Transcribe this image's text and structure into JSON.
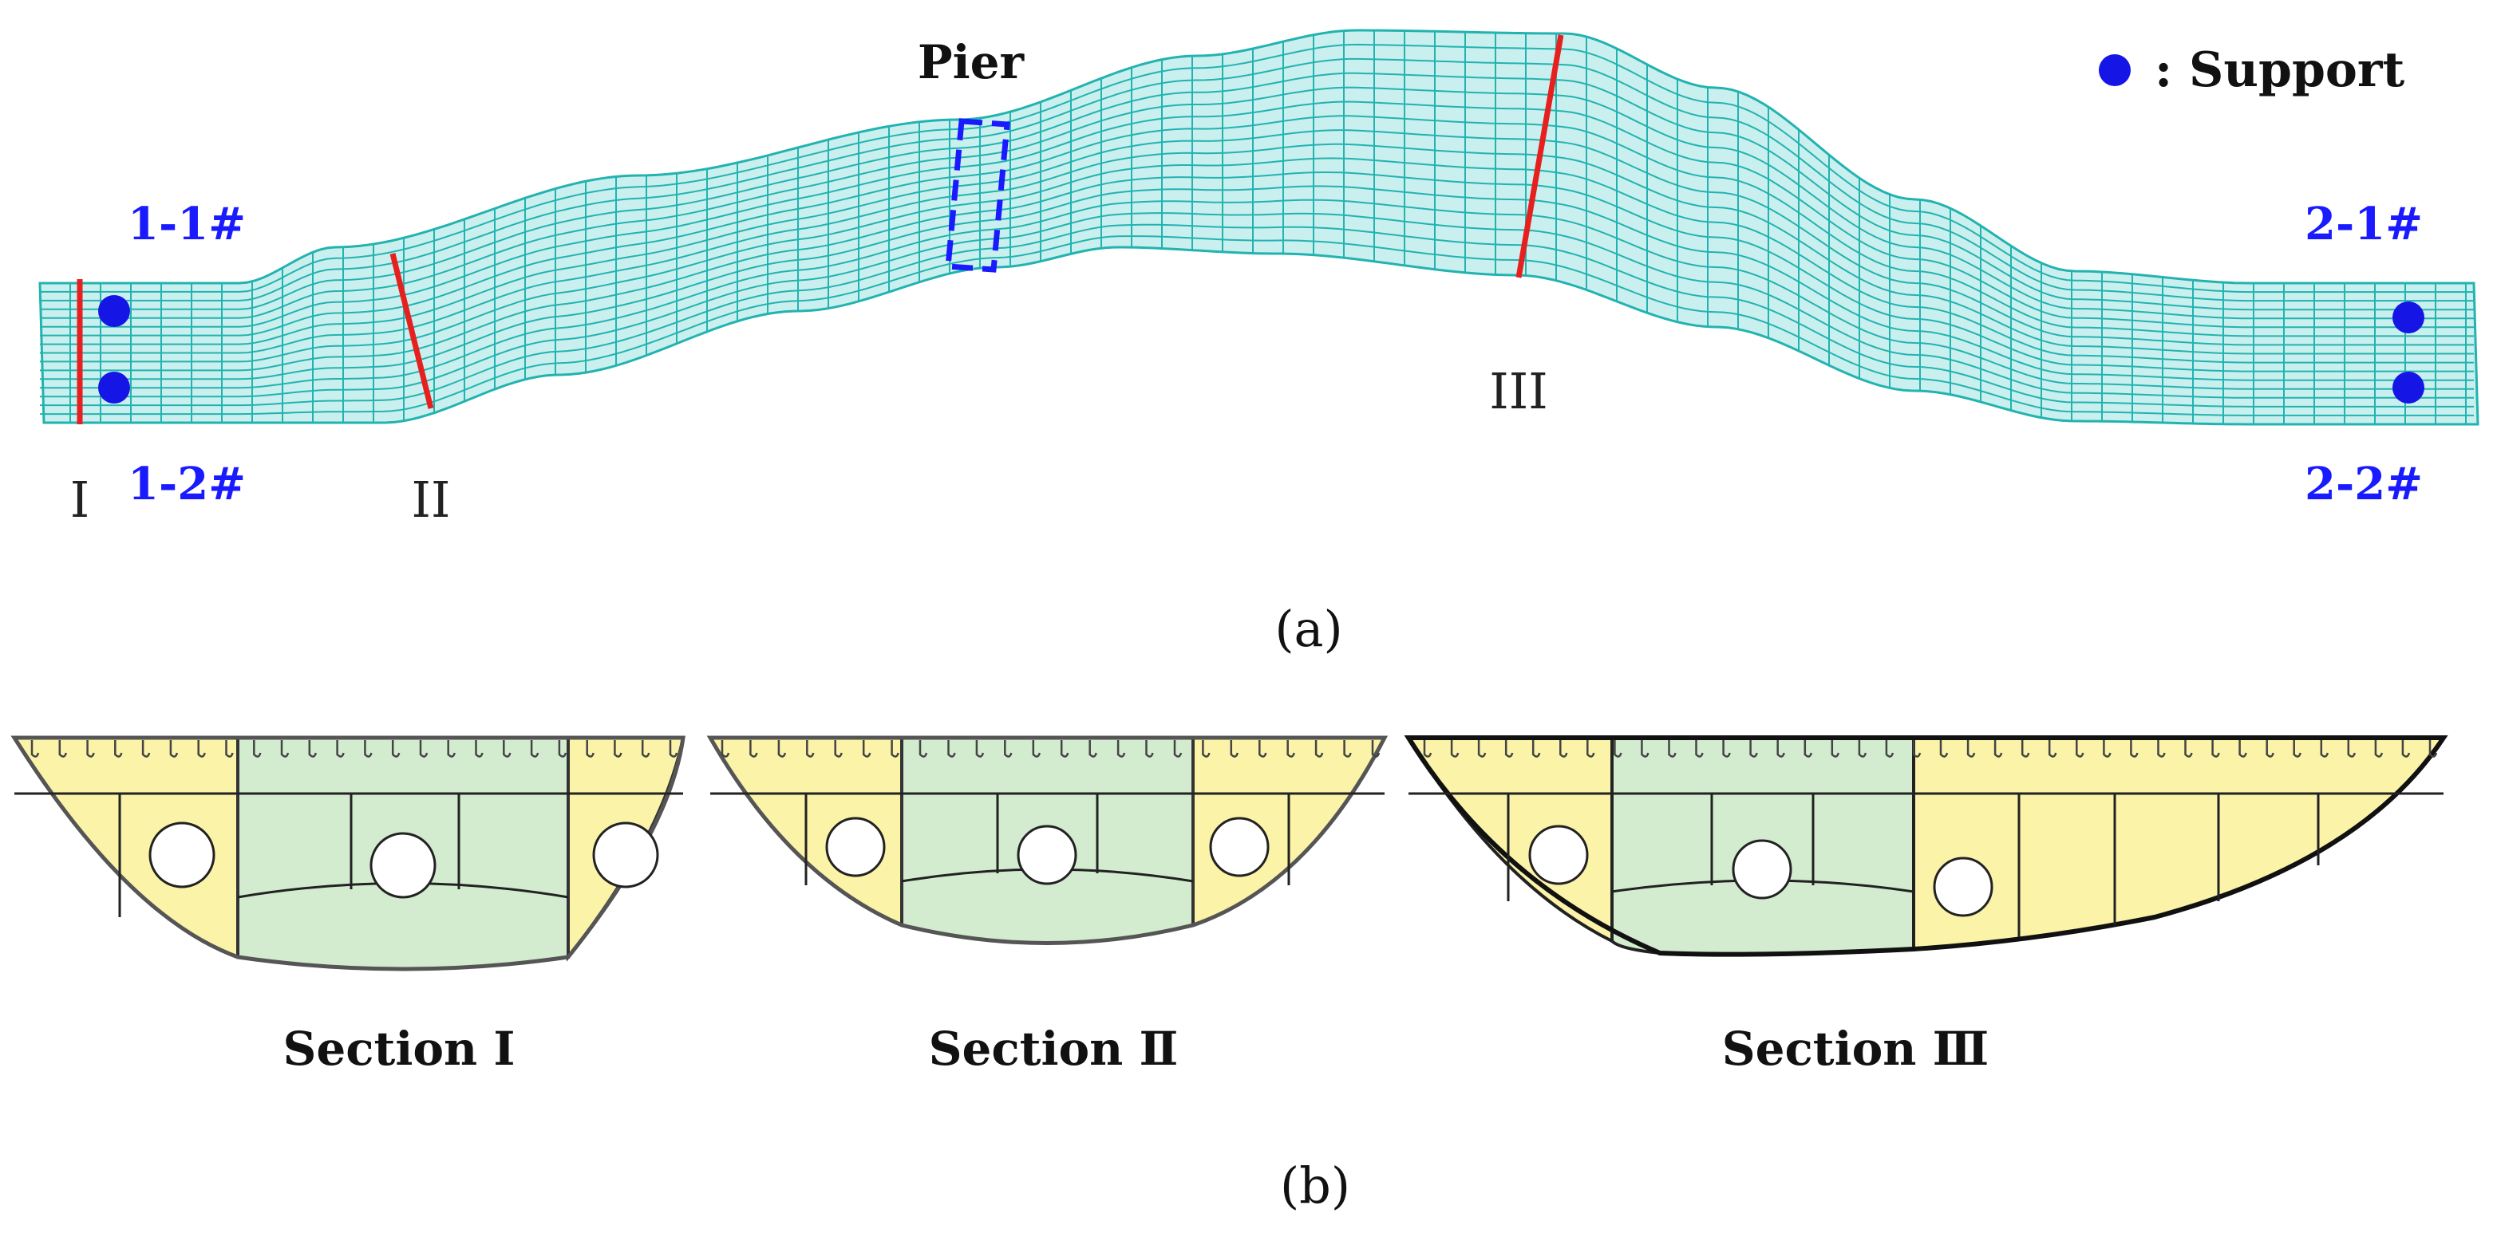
{
  "figure_a": {
    "caption": "(a)",
    "pier_label": "Pier",
    "legend": {
      "marker_desc": "blue-filled-circle",
      "text": ": Support"
    },
    "support_labels": {
      "s11": "1-1#",
      "s12": "1-2#",
      "s21": "2-1#",
      "s22": "2-2#"
    },
    "section_markers": {
      "I": "I",
      "II": "II",
      "III": "III"
    }
  },
  "figure_b": {
    "caption": "(b)",
    "sections": [
      {
        "label": "Section Ⅰ"
      },
      {
        "label": "Section Ⅱ"
      },
      {
        "label": "Section Ⅲ"
      }
    ]
  },
  "colors": {
    "mesh": "#22b3b0",
    "mesh_fill": "#c9efee",
    "support": "#1515e6",
    "section_line": "#e61f1f",
    "pier_box": "#1a1aff",
    "cell_yellow": "#faf3a8",
    "cell_green": "#d3ecd0",
    "outline": "#333333"
  }
}
